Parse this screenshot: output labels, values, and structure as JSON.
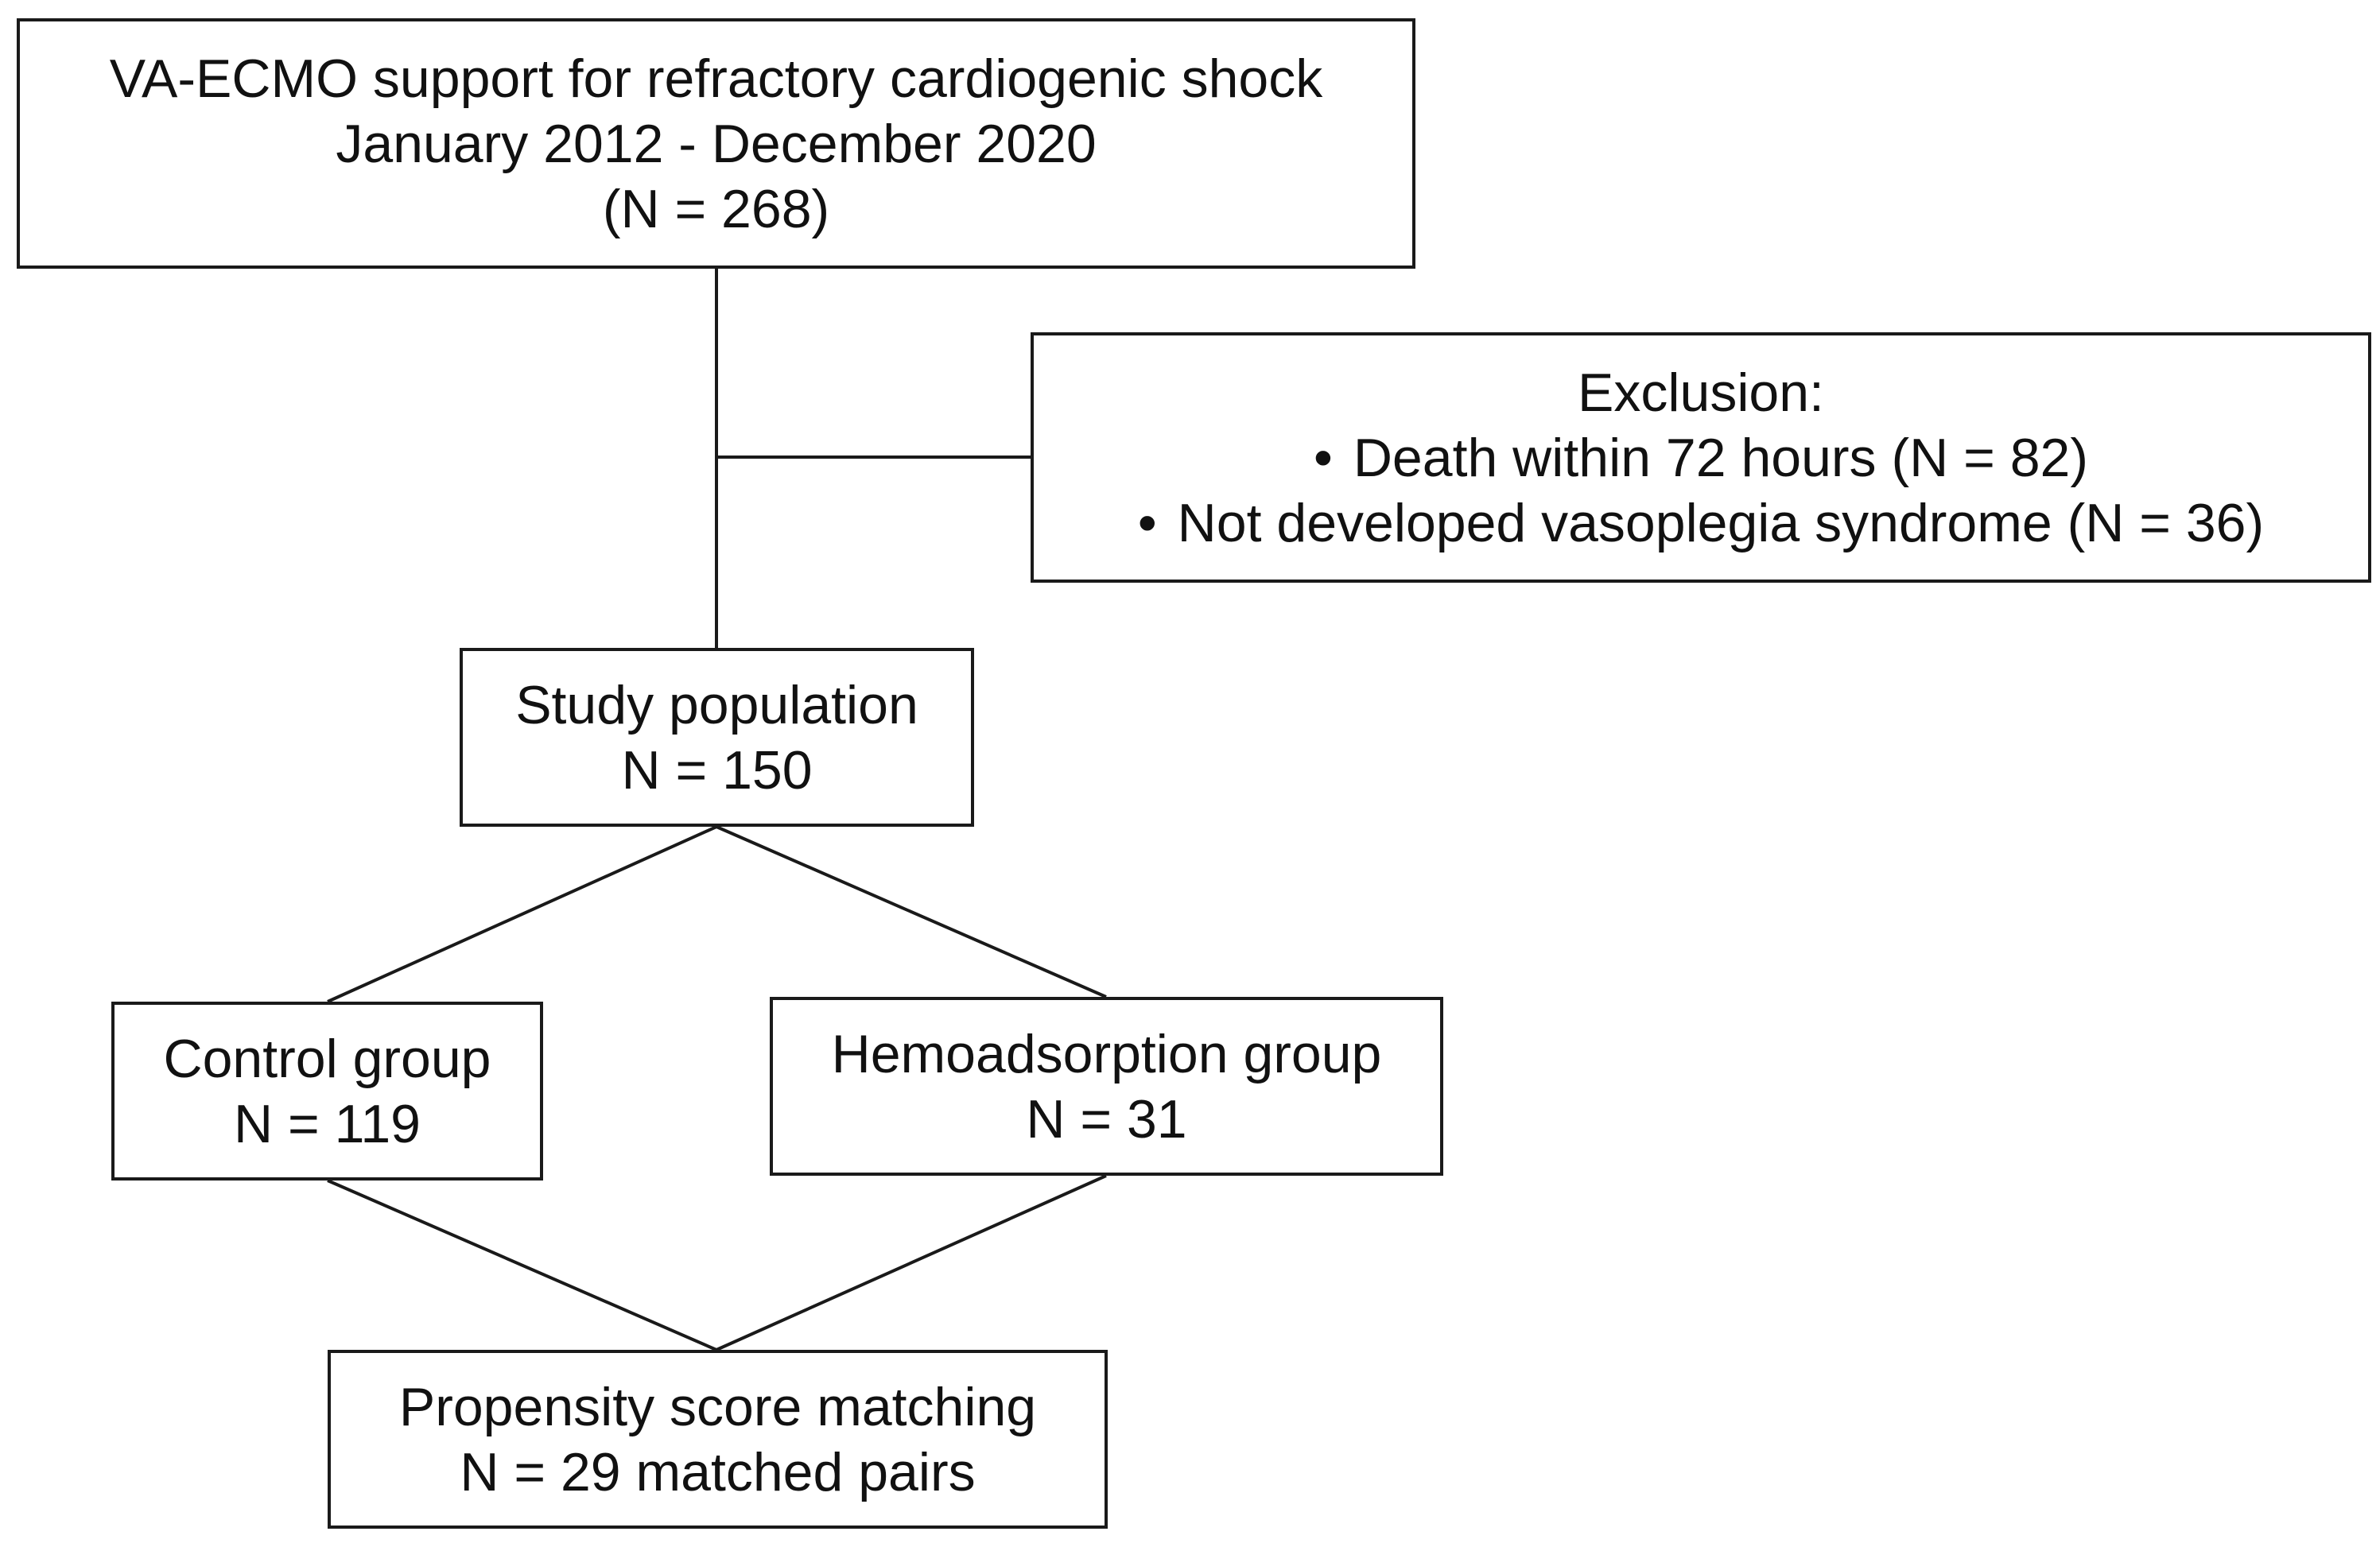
{
  "diagram": {
    "top_box": {
      "line1": "VA-ECMO support for refractory cardiogenic shock",
      "line2": "January 2012 - December 2020",
      "line3": "(N = 268)"
    },
    "exclusion_box": {
      "title": "Exclusion:",
      "bullet": "•",
      "items": [
        "Death within 72 hours (N = 82)",
        "Not developed vasoplegia syndrome (N = 36)"
      ]
    },
    "study_box": {
      "line1": "Study population",
      "line2": "N = 150"
    },
    "control_box": {
      "line1": "Control group",
      "line2": "N = 119"
    },
    "hemo_box": {
      "line1": "Hemoadsorption group",
      "line2": "N = 31"
    },
    "psm_box": {
      "line1": "Propensity score matching",
      "line2": "N = 29 matched pairs"
    }
  }
}
